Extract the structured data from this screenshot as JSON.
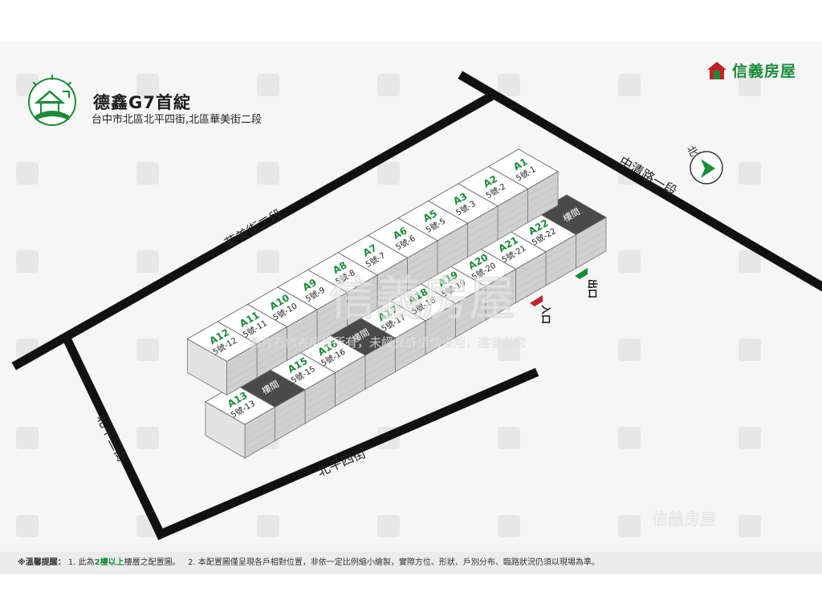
{
  "project": {
    "name": "德鑫G7首綻",
    "address": "台中市北區北平四街,北區華美街二段"
  },
  "brand": {
    "name": "信義房屋",
    "color": "#1a8c3a"
  },
  "watermark": {
    "main": "信義房屋",
    "line": "圖片為信義房屋所有，未經允許請勿盜用，違者必究",
    "corner": "信義房屋"
  },
  "compass": {
    "label": "北"
  },
  "streets": {
    "top_right": "中清路一段",
    "top_left": "華美街二段",
    "left": "北平三街",
    "bottom": "北平四街"
  },
  "front_units": [
    {
      "id": "A1",
      "num": "5號-1"
    },
    {
      "id": "A2",
      "num": "5號-2"
    },
    {
      "id": "A3",
      "num": "5號-3"
    },
    {
      "id": "A5",
      "num": "5號-5"
    },
    {
      "id": "A6",
      "num": "5號-6"
    },
    {
      "id": "A7",
      "num": "5號-7"
    },
    {
      "id": "A8",
      "num": "5號-8"
    },
    {
      "id": "A9",
      "num": "5號-9"
    },
    {
      "id": "A10",
      "num": "5號-10"
    },
    {
      "id": "A11",
      "num": "5號-11"
    },
    {
      "id": "A12",
      "num": "5號-12"
    }
  ],
  "back_units": [
    {
      "id": "A22",
      "num": "5號-22"
    },
    {
      "id": "A21",
      "num": "5號-21"
    },
    {
      "id": "A20",
      "num": "5號-20"
    },
    {
      "id": "A19",
      "num": "5號-19"
    },
    {
      "id": "A18",
      "num": "5號-18"
    },
    {
      "id": "A17",
      "num": "5號-17"
    },
    {
      "id": "A16",
      "num": "5號-16"
    },
    {
      "id": "A15",
      "num": "5號-15"
    },
    {
      "id": "A13",
      "num": "5號-13"
    }
  ],
  "stairwell_label": "樓間",
  "markers": {
    "entrance": "入口",
    "exit": "出口"
  },
  "notice": {
    "label": "※溫馨提醒：",
    "p1_pre": "1. 此為",
    "p1_hl": "2樓以上",
    "p1_post": "樓層之配置圖。",
    "p2": "2. 本配置圖僅呈現各戶相對位置，非依一定比例縮小繪製，實際方位、形狀、戶別分布、臨路狀況仍須以現場為準。"
  }
}
